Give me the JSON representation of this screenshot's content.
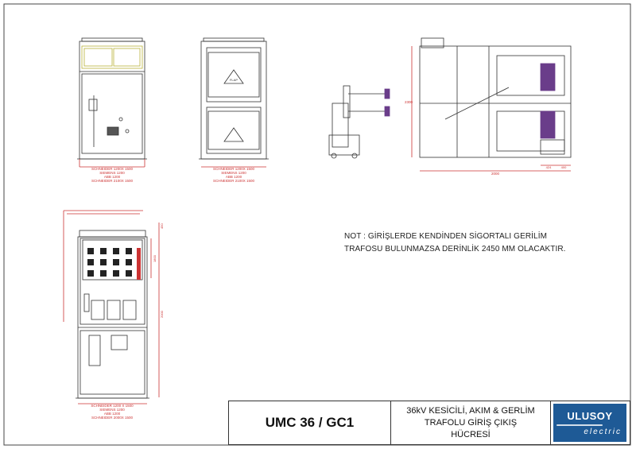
{
  "drawing": {
    "views": {
      "front": {
        "label_list": [
          "SCHNEIDER 1200X 1500",
          "SIEMENS 1200",
          "ABB 1200",
          "SCHNEIDER 2100X 1500"
        ]
      },
      "rear": {
        "flap_label": "FLAP",
        "label_list": [
          "SCHNEIDER 1200X 1500",
          "SIEMENS 1200",
          "ABB 1200",
          "SCHNEIDER 2100X 1500"
        ]
      },
      "side": {
        "width_dim": "2000",
        "height_dim": "2300",
        "dim_424": "424",
        "dim_400": "400"
      },
      "detail": {
        "label_list": [
          "SCHNEIDER 1200 X 1500",
          "SIEMENS 1200",
          "ABB 1200",
          "SCHNEIDER 2000X 1500"
        ],
        "dim_right_a": "1800",
        "dim_right_b": "2000",
        "dim_top": "450"
      }
    }
  },
  "note": {
    "line1": "NOT : GİRİŞLERDE KENDİNDEN SİGORTALI GERİLİM",
    "line2": "TRAFOSU BULUNMAZSA DERİNLİK 2450 MM OLACAKTIR."
  },
  "title_block": {
    "model": "UMC 36 / GC1",
    "description_lines": [
      "36kV KESİCİLİ, AKIM & GERLİM",
      "TRAFOLU GİRİŞ ÇIKIŞ",
      "HÜCRESİ"
    ],
    "logo_name": "ULUSOY",
    "logo_sub": "electric",
    "logo_color": "#1e5a96"
  }
}
